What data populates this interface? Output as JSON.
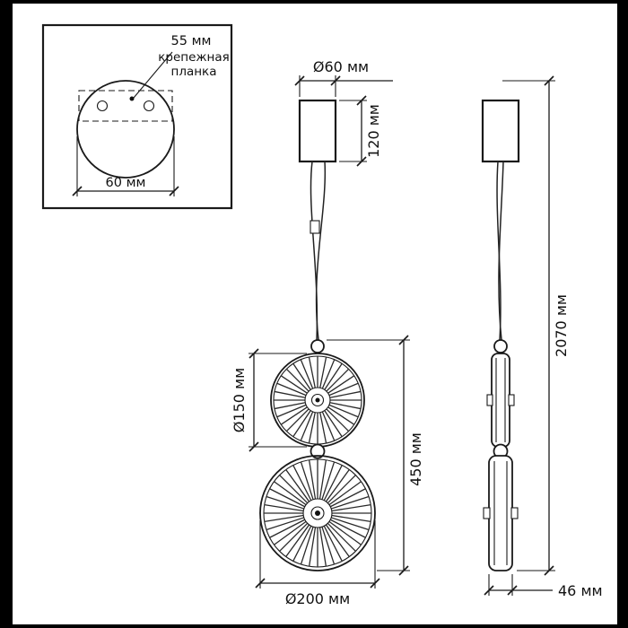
{
  "drawing": {
    "inset": {
      "hole_spacing_label": "55 мм",
      "plate_label_line1": "крепежная",
      "plate_label_line2": "планка",
      "cup_diameter_label": "60 мм"
    },
    "front": {
      "cup_diameter_label": "Ø60 мм",
      "cup_height_label": "120 мм",
      "upper_disc_label": "Ø150 мм",
      "discs_height_label": "450 мм",
      "lower_disc_label": "Ø200 мм"
    },
    "side": {
      "total_height_label": "2070 мм",
      "width_label": "46 мм"
    },
    "colors": {
      "line": "#1a1a1a",
      "background": "#ffffff",
      "frame": "#000000"
    }
  }
}
